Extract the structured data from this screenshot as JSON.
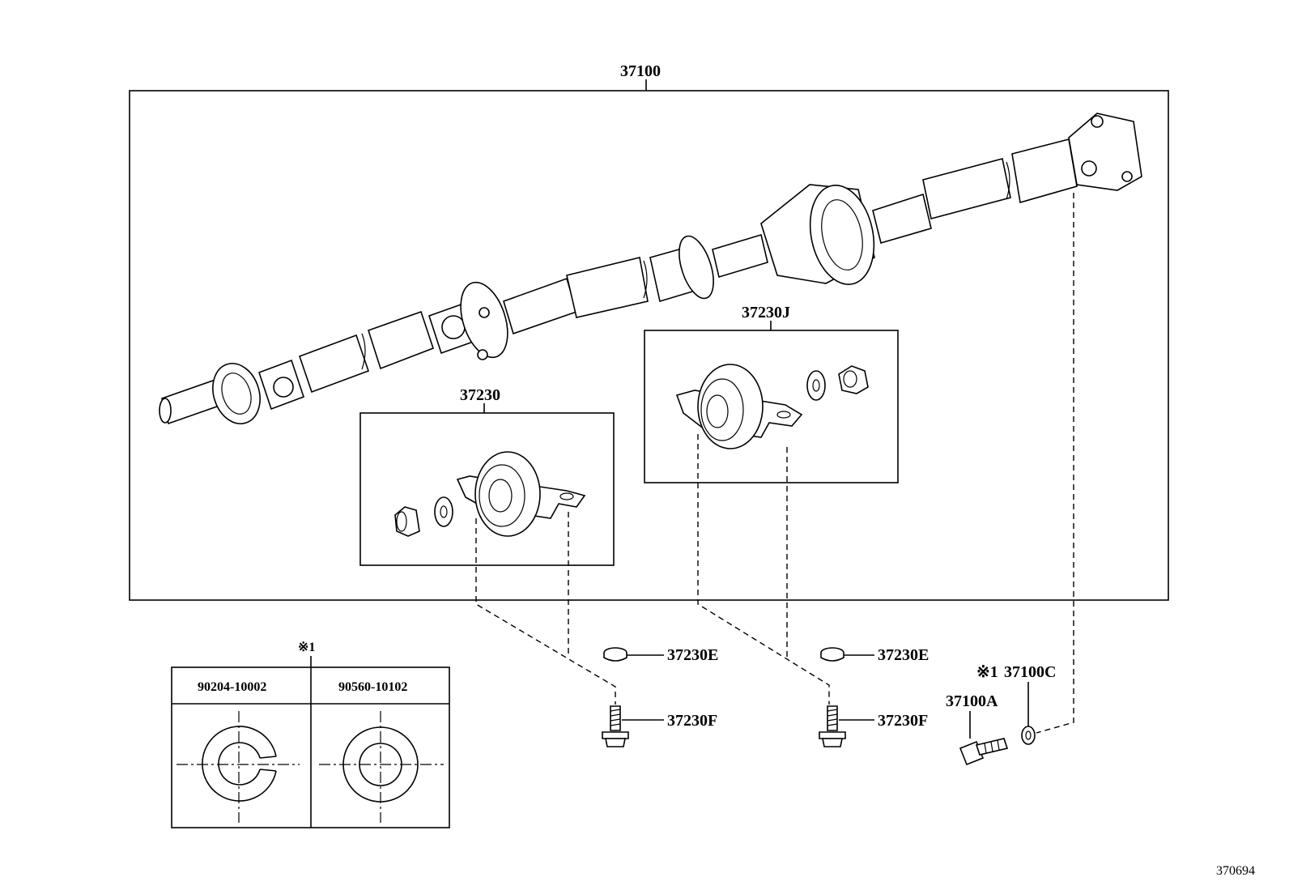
{
  "labels": {
    "assembly": "37100",
    "bearing_front": "37230",
    "bearing_rear": "37230J",
    "washer_front": "37230E",
    "washer_rear": "37230E",
    "bolt_front": "37230F",
    "bolt_rear": "37230F",
    "bolt_flange": "37100A",
    "washer_flange_note": "※1",
    "washer_flange": "37100C",
    "note_marker": "※1",
    "figure_code": "370694"
  },
  "legend": {
    "left_part": "90204-10002",
    "right_part": "90560-10102"
  }
}
